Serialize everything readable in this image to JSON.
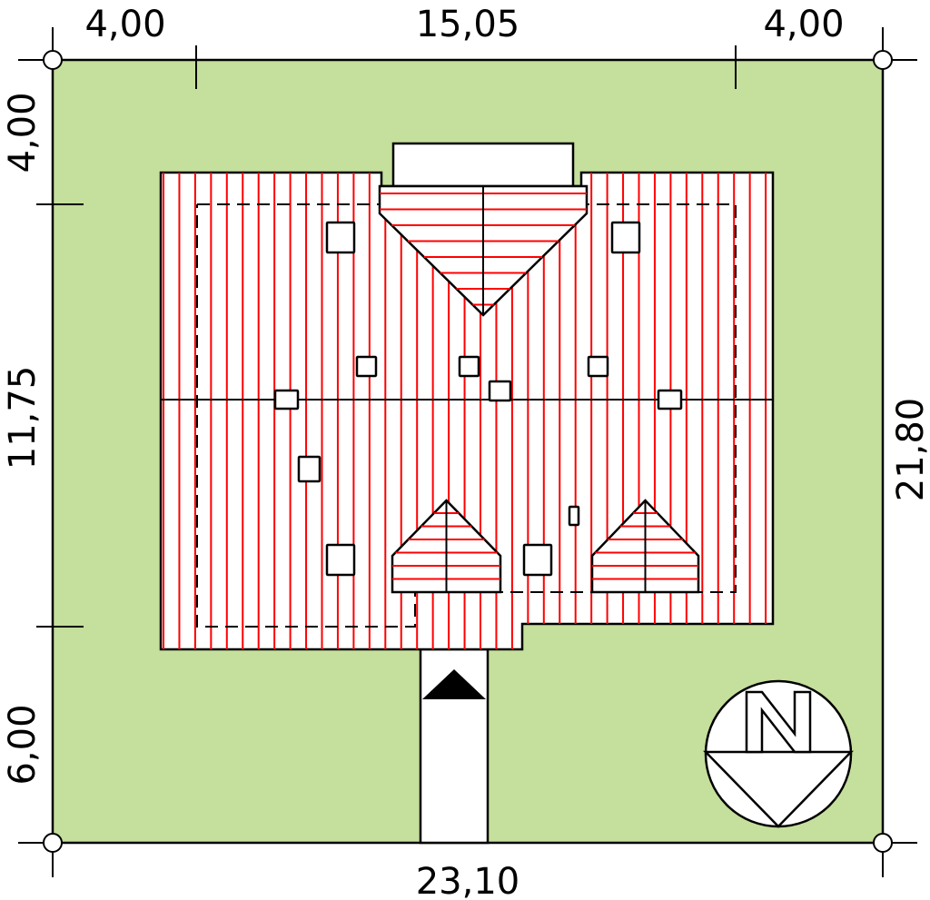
{
  "title": "Site plan",
  "dimensions": {
    "top_left": "4,00",
    "top_middle": "15,05",
    "top_right": "4,00",
    "left_top": "4,00",
    "left_middle": "11,75",
    "left_bottom": "6,00",
    "right": "21,80",
    "bottom": "23,10"
  },
  "north_arrow": {
    "letter": "N",
    "icon": "north-arrow-icon"
  },
  "entrance_arrow": {
    "icon": "entrance-arrow-icon"
  },
  "colors": {
    "plot": "#c5df9c",
    "roof_lines": "#ff0000",
    "outline": "#000000"
  }
}
